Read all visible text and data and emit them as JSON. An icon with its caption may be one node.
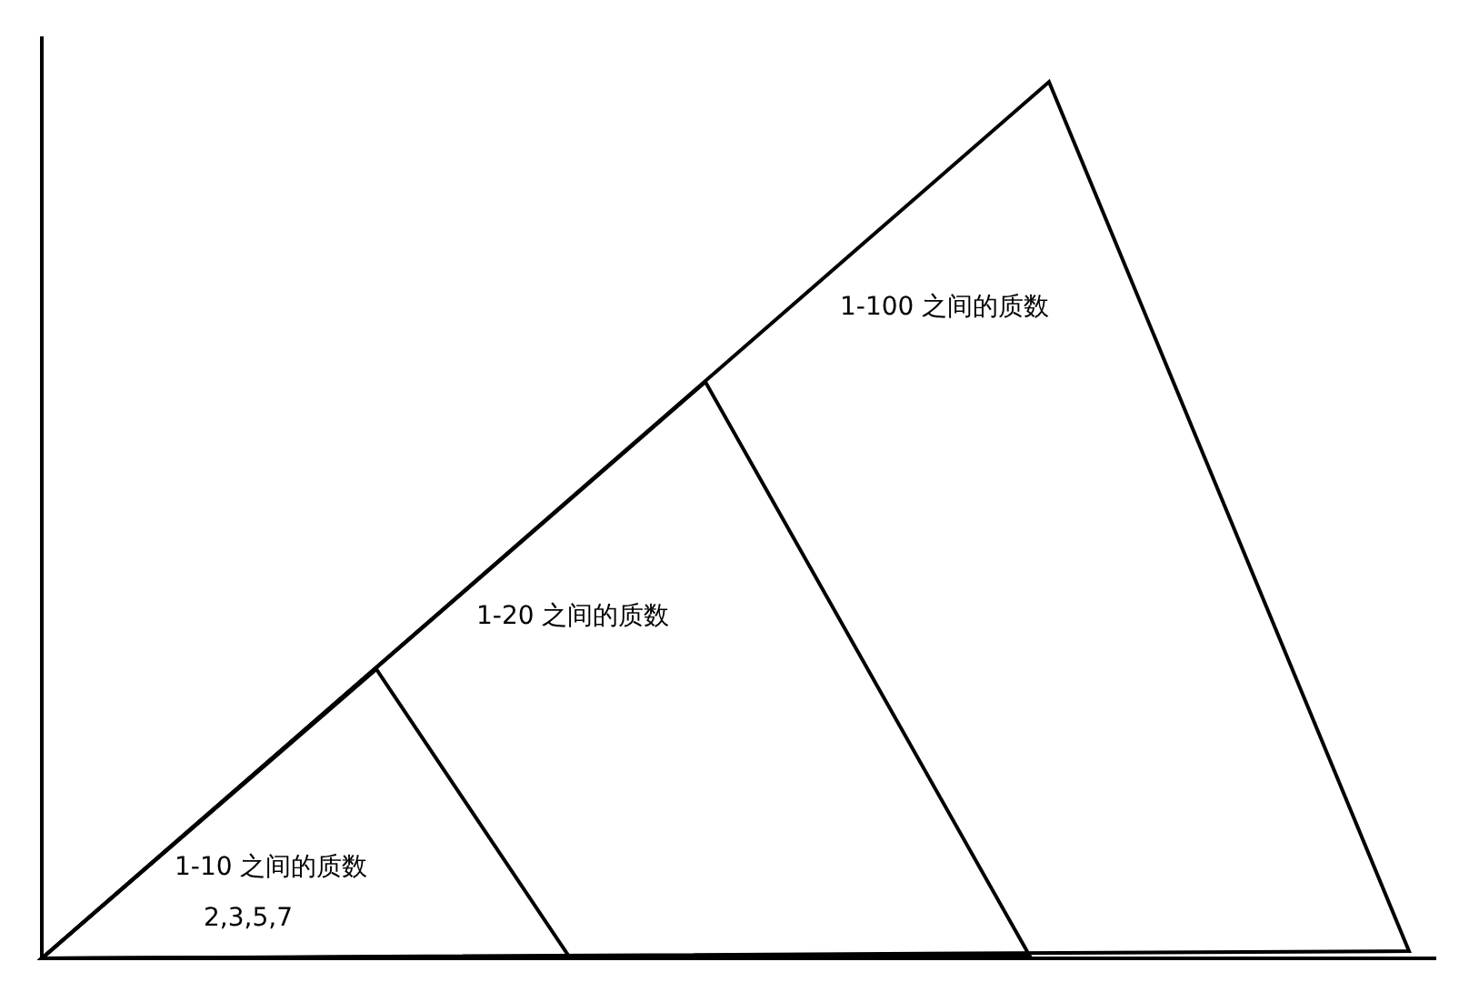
{
  "diagram": {
    "nodes": [
      {
        "text": [
          "1-100 之间的质数"
        ]
      },
      {
        "text": [
          "1-20 之间的质数"
        ],
        "in": 0
      },
      {
        "text": [
          "1-10 之间的质数",
          "2,3,5,7"
        ],
        "in": 1
      }
    ]
  }
}
